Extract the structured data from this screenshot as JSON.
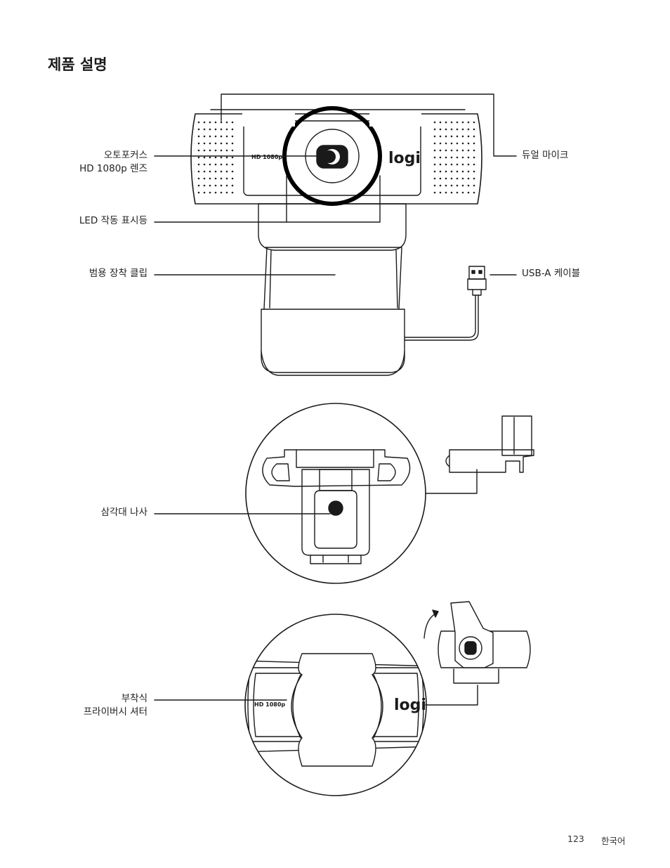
{
  "page": {
    "title": "제품 설명",
    "page_number": "123",
    "language": "한국어"
  },
  "labels": {
    "lens_line1": "오토포커스",
    "lens_line2": "HD 1080p 렌즈",
    "led": "LED 작동 표시등",
    "clip": "범용 장착 클립",
    "tripod": "삼각대 나사",
    "shutter_line1": "부착식",
    "shutter_line2": "프라이버시 셔터",
    "mic": "듀얼 마이크",
    "usb": "USB-A 케이블"
  },
  "camera": {
    "resolution_mark": "HD 1080p",
    "brand_logo": "logi"
  },
  "icons": {
    "rotate_arrow": "curved-arrow-icon"
  }
}
